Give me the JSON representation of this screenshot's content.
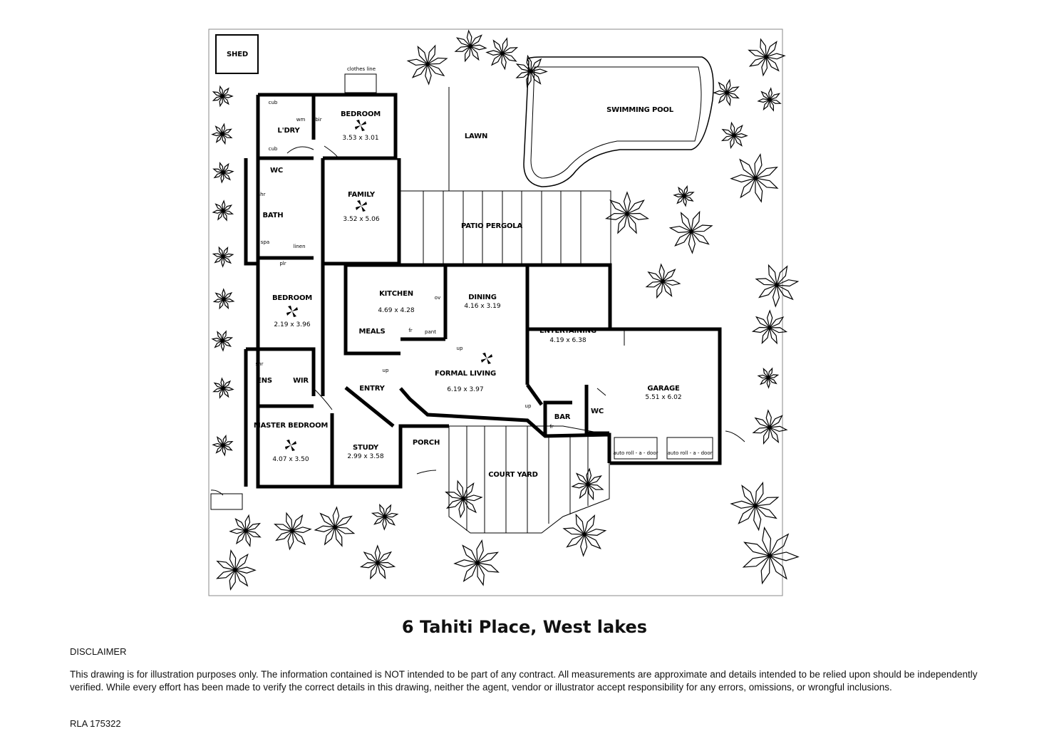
{
  "plan": {
    "rooms": [
      {
        "id": "shed",
        "name": "SHED",
        "dims": ""
      },
      {
        "id": "clothes",
        "name": "clothes line",
        "dims": ""
      },
      {
        "id": "bed1",
        "name": "BEDROOM",
        "dims": "3.53 x 3.01"
      },
      {
        "id": "ldry",
        "name": "L'DRY",
        "dims": ""
      },
      {
        "id": "wc1",
        "name": "WC",
        "dims": ""
      },
      {
        "id": "bath",
        "name": "BATH",
        "dims": ""
      },
      {
        "id": "family",
        "name": "FAMILY",
        "dims": "3.52 x 5.06"
      },
      {
        "id": "lawn",
        "name": "LAWN",
        "dims": ""
      },
      {
        "id": "pool",
        "name": "SWIMMING POOL",
        "dims": ""
      },
      {
        "id": "patio",
        "name": "PATIO PERGOLA",
        "dims": ""
      },
      {
        "id": "bed2",
        "name": "BEDROOM",
        "dims": "2.19 x 3.96"
      },
      {
        "id": "kitchen",
        "name": "KITCHEN",
        "dims": "4.69 x 4.28"
      },
      {
        "id": "meals",
        "name": "MEALS",
        "dims": ""
      },
      {
        "id": "dining",
        "name": "DINING",
        "dims": "4.16 x 3.19"
      },
      {
        "id": "entertaining",
        "name": "ENTERTAINING",
        "dims": "4.19 x 6.38"
      },
      {
        "id": "ens",
        "name": "ENS",
        "dims": ""
      },
      {
        "id": "wir",
        "name": "WIR",
        "dims": ""
      },
      {
        "id": "entry",
        "name": "ENTRY",
        "dims": ""
      },
      {
        "id": "formal",
        "name": "FORMAL LIVING",
        "dims": "6.19 x 3.97"
      },
      {
        "id": "garage",
        "name": "GARAGE",
        "dims": "5.51 x 6.02"
      },
      {
        "id": "master",
        "name": "MASTER BEDROOM",
        "dims": "4.07 x 3.50"
      },
      {
        "id": "study",
        "name": "STUDY",
        "dims": "2.99 x 3.58"
      },
      {
        "id": "porch",
        "name": "PORCH",
        "dims": ""
      },
      {
        "id": "bar",
        "name": "BAR",
        "dims": ""
      },
      {
        "id": "wc2",
        "name": "WC",
        "dims": ""
      },
      {
        "id": "courtyard",
        "name": "COURT YARD",
        "dims": ""
      }
    ],
    "small_labels": [
      "cub",
      "wm",
      "bir",
      "cub",
      "shr",
      "spa",
      "linen",
      "plr",
      "ov",
      "fr",
      "pant",
      "shr",
      "up",
      "up",
      "up",
      "fr",
      "auto roll - a - door",
      "auto roll - a - door"
    ]
  },
  "address": "6 Tahiti Place, West lakes",
  "disclaimer": {
    "heading": "DISCLAIMER",
    "text": "This drawing is for illustration purposes only. The information contained is NOT intended to be part of any contract. All measurements are approximate and details intended to be relied upon should be independently verified. While every effort has been made to verify the correct details in this drawing, neither the agent, vendor or illustrator accept responsibility for any errors, omissions, or wrongful inclusions.",
    "rla": "RLA 175322"
  }
}
